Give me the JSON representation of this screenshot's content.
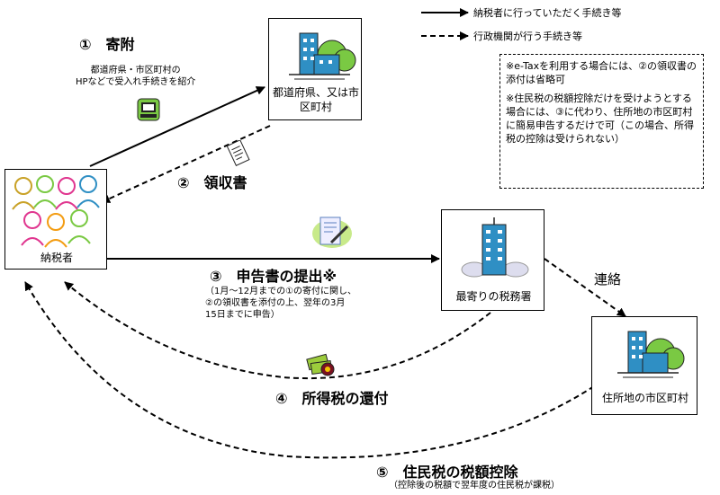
{
  "legend": {
    "solid": "納税者に行っていただく手続き等",
    "dashed": "行政機関が行う手続き等"
  },
  "notes": {
    "note1": "※e-Taxを利用する場合には、②の領収書の添付は省略可",
    "note2": "※住民税の税額控除だけを受けようとする場合には、③に代わり、住所地の市区町村に簡易申告するだけで可（この場合、所得税の控除は受けられない）"
  },
  "nodes": {
    "taxpayer": "納税者",
    "prefecture": "都道府県、又は市区町村",
    "tax_office": "最寄りの税務署",
    "residence": "住所地の市区町村"
  },
  "steps": {
    "step1": {
      "title": "①　寄附",
      "sub": "都道府県・市区町村の\nHPなどで受入れ手続きを紹介"
    },
    "step2": {
      "title": "②　領収書"
    },
    "step3": {
      "title": "③　申告書の提出※",
      "sub": "（1月～12月までの①の寄付に関し、\n②の領収書を添付の上、翌年の3月\n15日までに申告）"
    },
    "step4": {
      "title": "④　所得税の還付"
    },
    "step5": {
      "title": "⑤　住民税の税額控除",
      "sub": "（控除後の税額で翌年度の住民税が課税）"
    },
    "renraku": "連絡"
  },
  "colors": {
    "building": "#2f8fc4",
    "tree": "#7ac943",
    "stroke": "#000000"
  }
}
